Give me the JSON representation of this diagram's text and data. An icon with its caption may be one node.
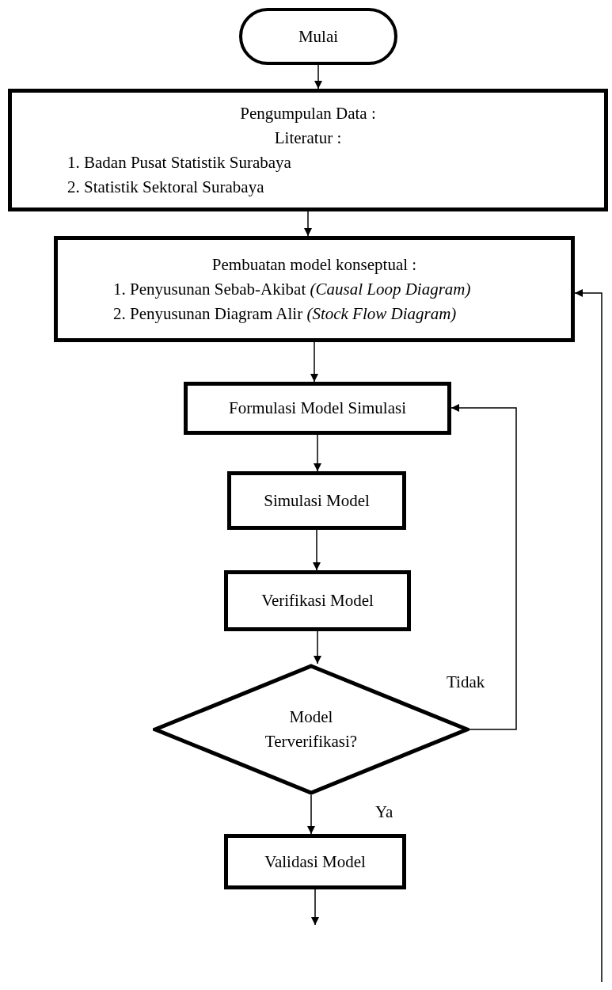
{
  "diagram": {
    "nodes": [
      {
        "text": [
          "Mulai"
        ]
      },
      {
        "text": [
          "Pengumpulan Data :",
          "Literatur :",
          "1. Badan Pusat Statistik Surabaya",
          "2. Statistik Sektoral Surabaya"
        ]
      },
      {
        "text": [
          "Pembuatan model konseptual :",
          "1. Penyusunan Sebab-Akibat *(Causal Loop Diagram)*",
          "2. Penyusunan Diagram Alir *(Stock Flow Diagram)*"
        ]
      },
      {
        "text": [
          "Formulasi Model Simulasi"
        ]
      },
      {
        "text": [
          "Simulasi Model"
        ]
      },
      {
        "text": [
          "Verifikasi Model"
        ]
      },
      {
        "text": [
          "Model Terverifikasi?"
        ]
      },
      {
        "text": [
          "Validasi Model"
        ]
      }
    ],
    "edges": [
      {
        "from": 0,
        "to": 1,
        "arrow": "to"
      },
      {
        "from": 1,
        "to": 2,
        "arrow": "to"
      },
      {
        "from": 2,
        "to": 3,
        "arrow": "to"
      },
      {
        "from": 3,
        "to": 4,
        "arrow": "to"
      },
      {
        "from": 4,
        "to": 5,
        "arrow": "to"
      },
      {
        "from": 5,
        "to": 6,
        "arrow": "to"
      },
      {
        "from": 6,
        "to": 7,
        "label": "Ya",
        "arrow": "to"
      },
      {
        "from": 6,
        "to": 3,
        "label": "Tidak",
        "arrow": "to"
      },
      {
        "from": null,
        "to": 2,
        "arrow": "to"
      },
      {
        "from": 7,
        "to": null,
        "arrow": "to"
      }
    ]
  }
}
